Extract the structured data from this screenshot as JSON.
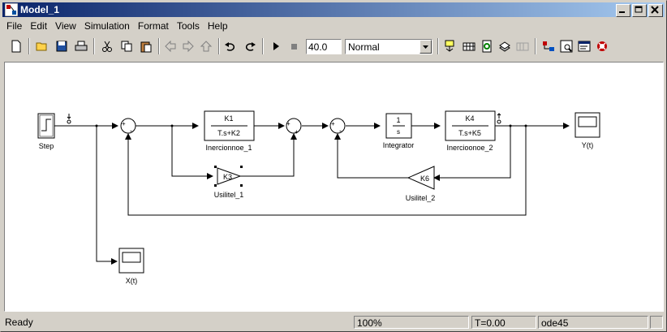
{
  "window": {
    "title": "Model_1"
  },
  "menu": [
    "File",
    "Edit",
    "View",
    "Simulation",
    "Format",
    "Tools",
    "Help"
  ],
  "toolbar": {
    "stop_time": "40.0",
    "sim_mode": "Normal"
  },
  "blocks": {
    "step": "Step",
    "inert1_num": "K1",
    "inert1_den": "T.s+K2",
    "inert1_name": "Inercionnoe_1",
    "integ_num": "1",
    "integ_den": "s",
    "integ_name": "Integrator",
    "inert2_num": "K4",
    "inert2_den": "T.s+K5",
    "inert2_name": "Inercioonoe_2",
    "gain1_val": "K3",
    "gain1_name": "Usilitel_1",
    "gain2_val": "K6",
    "gain2_name": "Usilitel_2",
    "scope_y": "Y(t)",
    "scope_x": "X(t)",
    "sum_plus": "+",
    "sum_minus": "-"
  },
  "status": {
    "state": "Ready",
    "zoom": "100%",
    "time": "T=0.00",
    "solver": "ode45"
  }
}
